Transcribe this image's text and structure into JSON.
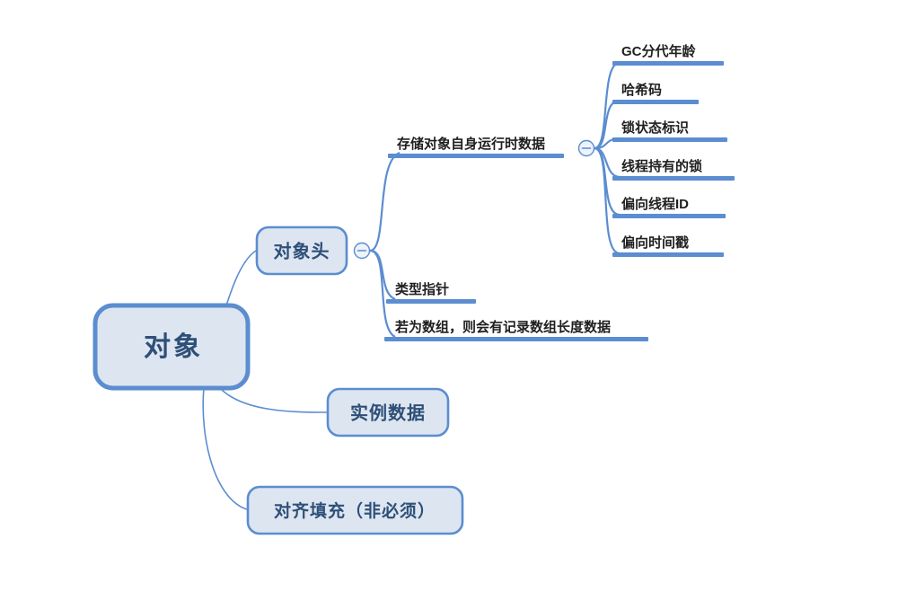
{
  "diagram": {
    "type": "mind-map",
    "title": "对象",
    "background_color": "#ffffff",
    "accent_color": "#5b8dd0",
    "box_fill_color": "#dde5f0",
    "box_text_color": "#2d4f78",
    "leaf_text_color": "#1f1f1f"
  },
  "root": {
    "label": "对象"
  },
  "level2": {
    "object_header": {
      "label": "对象头"
    },
    "instance_data": {
      "label": "实例数据"
    },
    "padding": {
      "label": "对齐填充（非必须）"
    }
  },
  "level3": {
    "runtime_data": {
      "label": "存储对象自身运行时数据"
    },
    "type_pointer": {
      "label": "类型指针"
    },
    "array_length": {
      "label": "若为数组，则会有记录数组长度数据"
    }
  },
  "level4": [
    {
      "label": "GC分代年龄"
    },
    {
      "label": "哈希码"
    },
    {
      "label": "锁状态标识"
    },
    {
      "label": "线程持有的锁"
    },
    {
      "label": "偏向线程ID"
    },
    {
      "label": "偏向时间戳"
    }
  ],
  "toggles": {
    "object_header_toggle": {
      "state": "expanded",
      "glyph": "minus"
    },
    "runtime_data_toggle": {
      "state": "expanded",
      "glyph": "minus"
    }
  }
}
